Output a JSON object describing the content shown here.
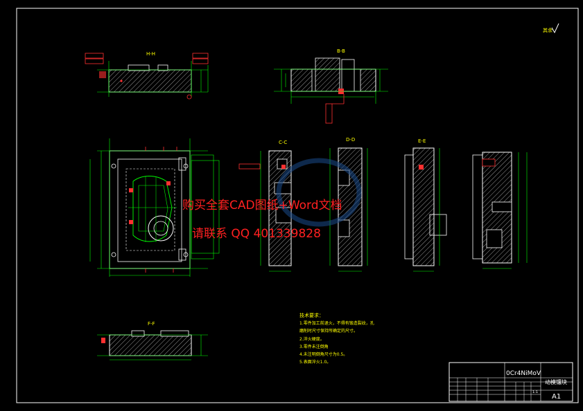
{
  "drawing": {
    "views": {
      "h": "H-H",
      "b": "B-B",
      "c": "C-C",
      "d": "D-D",
      "e": "E-E",
      "f": "F-F"
    },
    "roughness": "其余",
    "watermark": {
      "line1": "购买全套CAD图纸+Word文档",
      "line2": "请联系 QQ 401339828"
    },
    "notes": {
      "title": "技术要求：",
      "items": [
        "1.零件加工前退火，不得有锻造裂纹，孔",
        "磨削时尺寸保持所确定的尺寸。",
        "2.淬火硬度。",
        "3.零件未注倒角",
        "4.未注明倒角尺寸为0.5。",
        "5.表面淬火1.0。"
      ]
    },
    "title_block": {
      "material": "0Cr4NiMoV",
      "part_name": "动模镶块",
      "sheet_size": "A1",
      "scale": "1:1"
    }
  }
}
